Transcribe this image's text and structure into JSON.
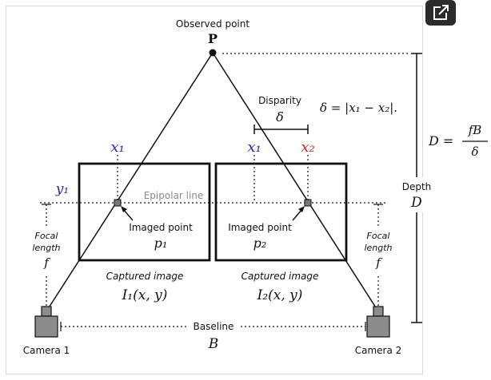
{
  "labels": {
    "observed_point": "Observed point",
    "point_P": "P",
    "disparity": "Disparity",
    "disparity_symbol": "δ",
    "disparity_formula": "δ = |x₁ − x₂|.",
    "x1_left": "x₁",
    "x1_right": "x₁",
    "x2": "x₂",
    "y1": "y₁",
    "epipolar_line": "Epipolar line",
    "depth": "Depth",
    "depth_symbol": "D",
    "depth_formula_lhs": "D =",
    "depth_formula_num": "fB",
    "depth_formula_den": "δ",
    "imaged_point_1": "Imaged point",
    "p1": "p₁",
    "imaged_point_2": "Imaged point",
    "p2": "p₂",
    "focal_left_1": "Focal",
    "focal_left_2": "length",
    "focal_left_f": "f",
    "focal_right_1": "Focal",
    "focal_right_2": "length",
    "focal_right_f": "f",
    "captured_1": "Captured image",
    "image_fn_1": "I₁(x, y)",
    "captured_2": "Captured image",
    "image_fn_2": "I₂(x, y)",
    "baseline": "Baseline",
    "baseline_symbol": "B",
    "camera_1": "Camera 1",
    "camera_2": "Camera 2"
  },
  "colors": {
    "line": "#111111",
    "blue_label": "#2a2aa8",
    "red_label": "#c42424",
    "epipolar_text": "#8a8a8a",
    "camera_fill": "#8c8c8c"
  },
  "icons": {
    "expand": "expand-icon"
  }
}
